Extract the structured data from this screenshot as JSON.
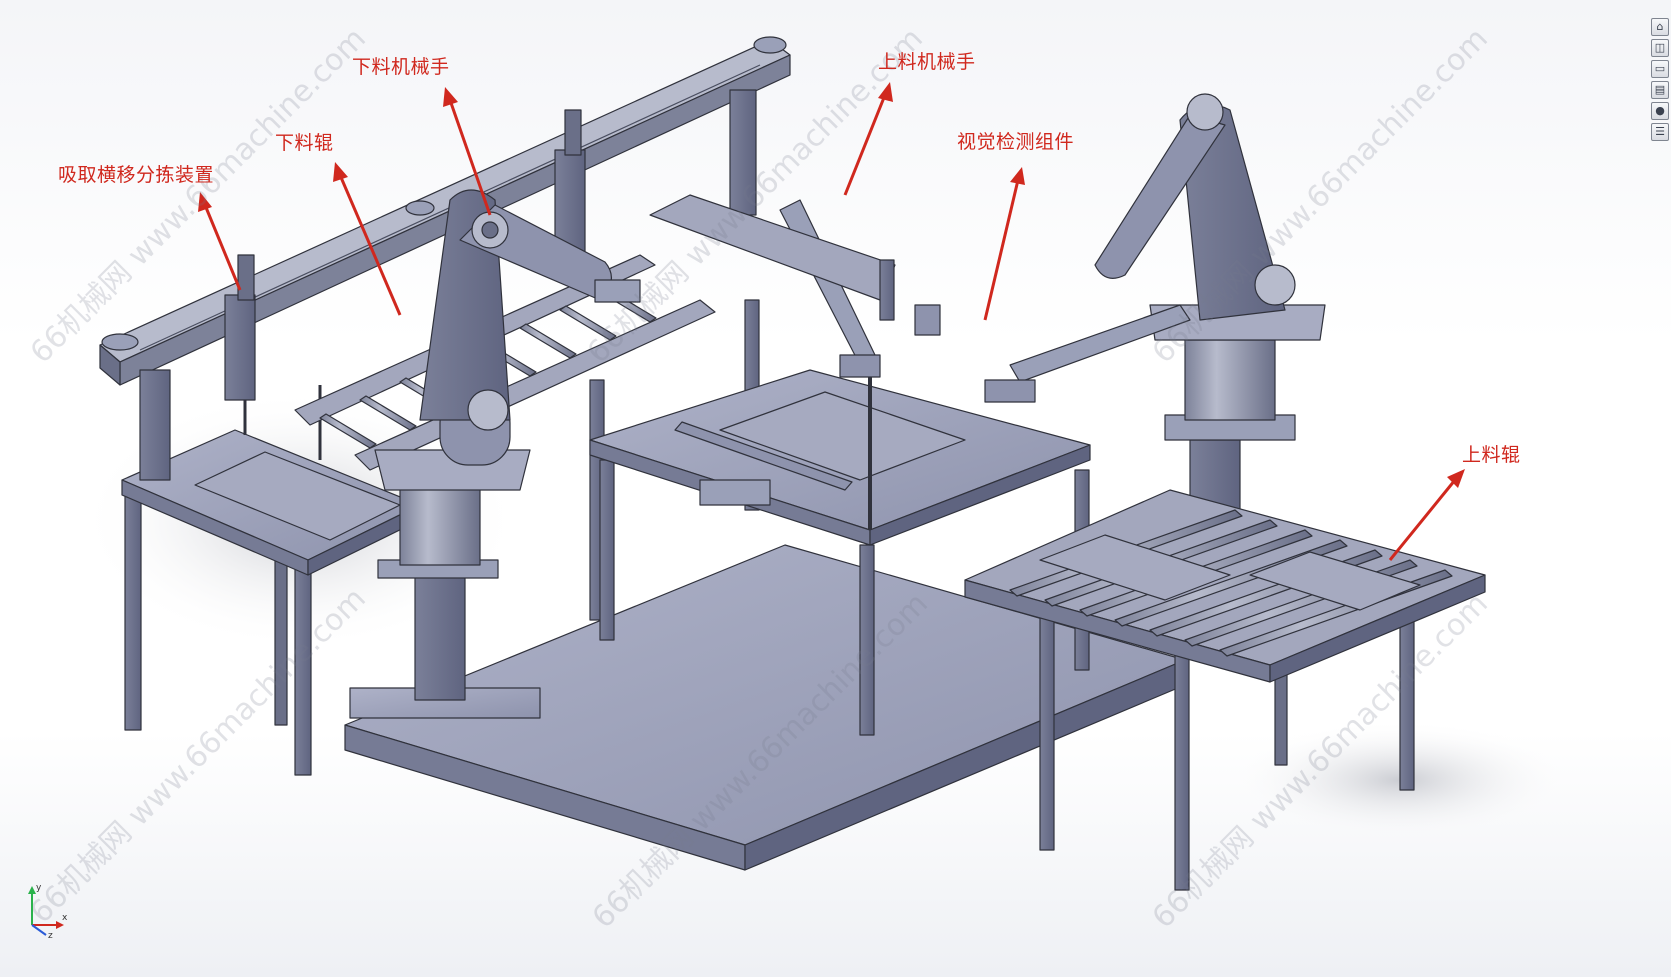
{
  "labels": {
    "suction_transfer": "吸取横移分拣装置",
    "unload_roller": "下料辊",
    "unload_robot": "下料机械手",
    "load_robot": "上料机械手",
    "vision_module": "视觉检测组件",
    "load_roller": "上料辊"
  },
  "watermark": {
    "text": "66机械网 www.66machine.com"
  },
  "triad": {
    "x": "x",
    "y": "y",
    "z": "z"
  },
  "toolbar": {
    "icons": [
      "home-icon",
      "view-cube-icon",
      "open-folder-icon",
      "display-style-icon",
      "appearance-icon",
      "task-list-icon"
    ]
  },
  "colors": {
    "steel": "#9aa0b8",
    "steel_dark": "#6f7590",
    "steel_light": "#c3c7d6",
    "edge": "#30323c",
    "label": "#d0281e"
  }
}
